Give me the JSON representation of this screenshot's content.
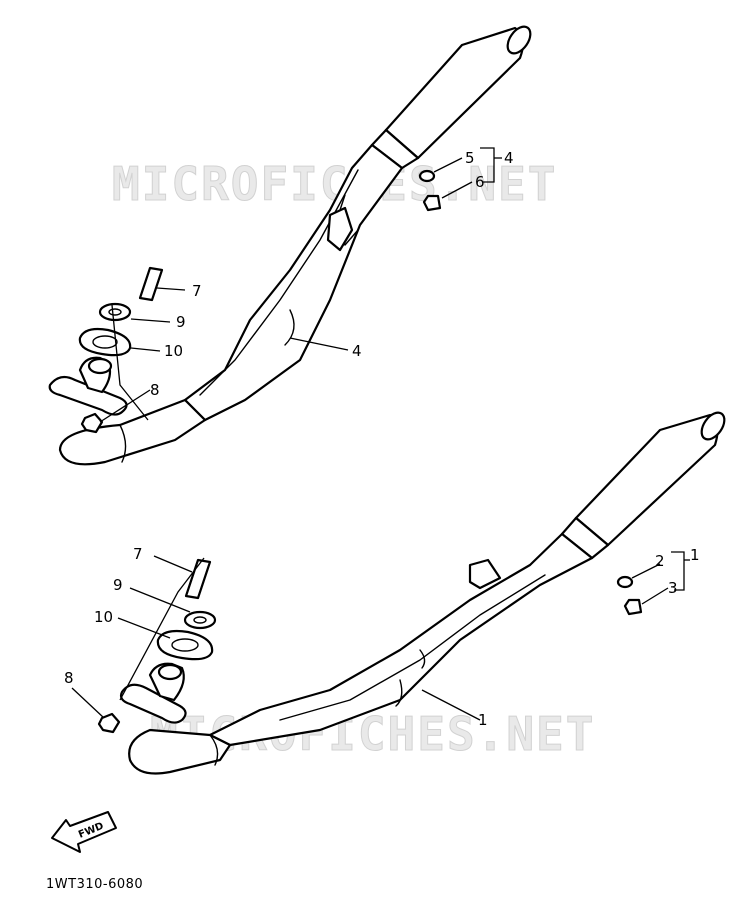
{
  "watermark": "MICROFICHES.NET",
  "diagram_code": "1WT310-6080",
  "fwd_label": "FWD",
  "upper_assembly": {
    "labels": {
      "muffler": "4",
      "damper": "5",
      "bolt": "6",
      "bracket_group": "4",
      "stud": "7",
      "washer": "9",
      "gasket": "10",
      "nut": "8"
    }
  },
  "lower_assembly": {
    "labels": {
      "muffler": "1",
      "damper": "2",
      "bolt": "3",
      "bracket_group": "1",
      "stud": "7",
      "washer": "9",
      "gasket": "10",
      "nut": "8"
    }
  }
}
